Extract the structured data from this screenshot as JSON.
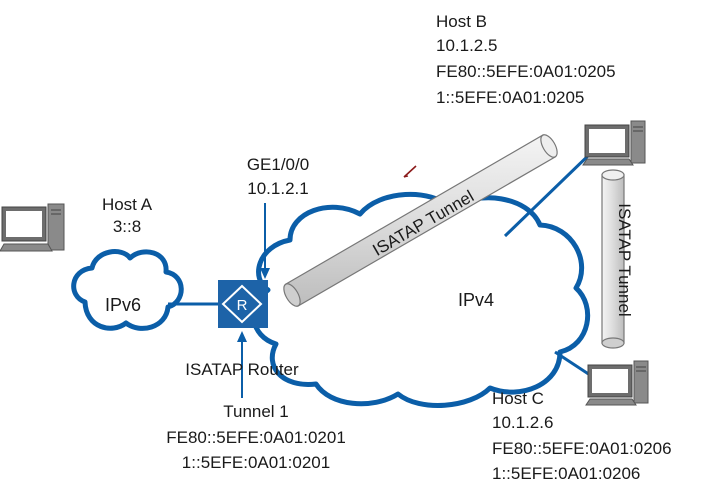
{
  "host_a": {
    "name": "Host A",
    "addr": "3::8"
  },
  "host_b": {
    "name": "Host B",
    "ipv4": "10.1.2.5",
    "link_local": "FE80::5EFE:0A01:0205",
    "global": "1::5EFE:0A01:0205"
  },
  "host_c": {
    "name": "Host C",
    "ipv4": "10.1.2.6",
    "link_local": "FE80::5EFE:0A01:0206",
    "global": "1::5EFE:0A01:0206"
  },
  "router": {
    "interface": "GE1/0/0",
    "interface_ip": "10.1.2.1",
    "name": "ISATAP Router",
    "tunnel": "Tunnel 1",
    "tunnel_link_local": "FE80::5EFE:0A01:0201",
    "tunnel_global": "1::5EFE:0A01:0201"
  },
  "clouds": {
    "ipv6": "IPv6",
    "ipv4": "IPv4"
  },
  "tunnels": {
    "label_b": "ISATAP Tunnel",
    "label_c": "ISATAP Tunnel"
  },
  "colors": {
    "cloud_border": "#0b5ea8",
    "router_fill": "#1d63a8",
    "pc_body": "#6d6d6d",
    "tunnel_fill": "#e4e4e4"
  }
}
